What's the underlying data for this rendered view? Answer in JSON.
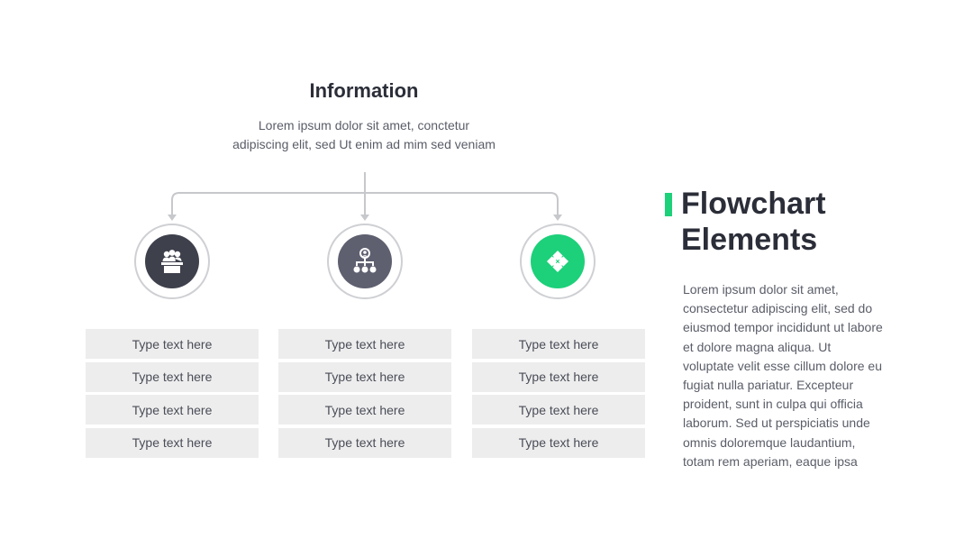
{
  "header": {
    "title": "Information",
    "description_line1": "Lorem ipsum dolor sit amet, conctetur",
    "description_line2": "adipiscing elit, sed Ut enim ad mim sed veniam"
  },
  "colors": {
    "dark_node": "#3e404c",
    "gray_node": "#5e6070",
    "accent_green": "#1dd07a",
    "connector": "#c7c8cc",
    "cell_bg": "#ededed"
  },
  "branches": [
    {
      "icon": "presenter-podium-icon",
      "items": [
        "Type text here",
        "Type text here",
        "Type text here",
        "Type text here"
      ]
    },
    {
      "icon": "org-hierarchy-icon",
      "items": [
        "Type text here",
        "Type text here",
        "Type text here",
        "Type text here"
      ]
    },
    {
      "icon": "puzzle-icon",
      "items": [
        "Type text here",
        "Type text here",
        "Type text here",
        "Type text here"
      ]
    }
  ],
  "side": {
    "title_line1": "Flowchart",
    "title_line2": "Elements",
    "body": "Lorem ipsum dolor sit amet, consectetur adipiscing elit, sed do eiusmod tempor incididunt ut labore et dolore magna aliqua. Ut voluptate velit esse cillum dolore eu fugiat nulla pariatur. Excepteur proident, sunt in culpa qui officia laborum. Sed ut perspiciatis unde omnis doloremque laudantium, totam rem aperiam, eaque ipsa"
  }
}
